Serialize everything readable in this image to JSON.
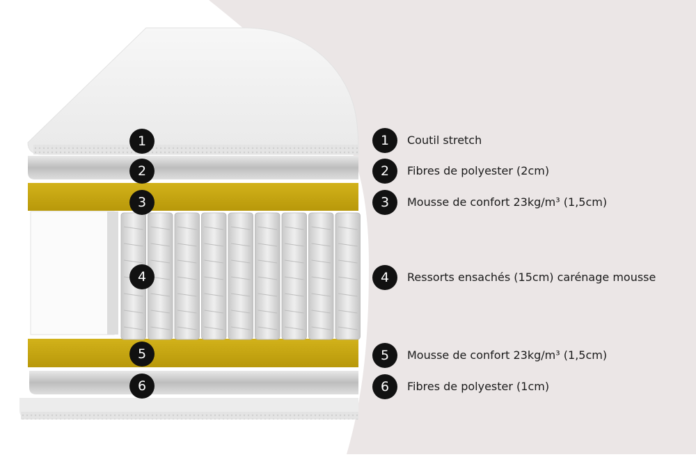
{
  "colors": {
    "background_panel": "#ebe6e6",
    "fabric": "#f2f2f2",
    "fiber": "#cfcfcf",
    "foam": "#c7a70f",
    "springs": "#d9d9d9",
    "badge": "#111111"
  },
  "layers": [
    {
      "number": "1",
      "label": "Coutil stretch"
    },
    {
      "number": "2",
      "label": "Fibres de polyester (2cm)"
    },
    {
      "number": "3",
      "label": "Mousse de confort 23kg/m³ (1,5cm)"
    },
    {
      "number": "4",
      "label": "Ressorts ensachés (15cm) carénage mousse"
    },
    {
      "number": "5",
      "label": "Mousse de confort 23kg/m³ (1,5cm)"
    },
    {
      "number": "6",
      "label": "Fibres de polyester (1cm)"
    }
  ]
}
